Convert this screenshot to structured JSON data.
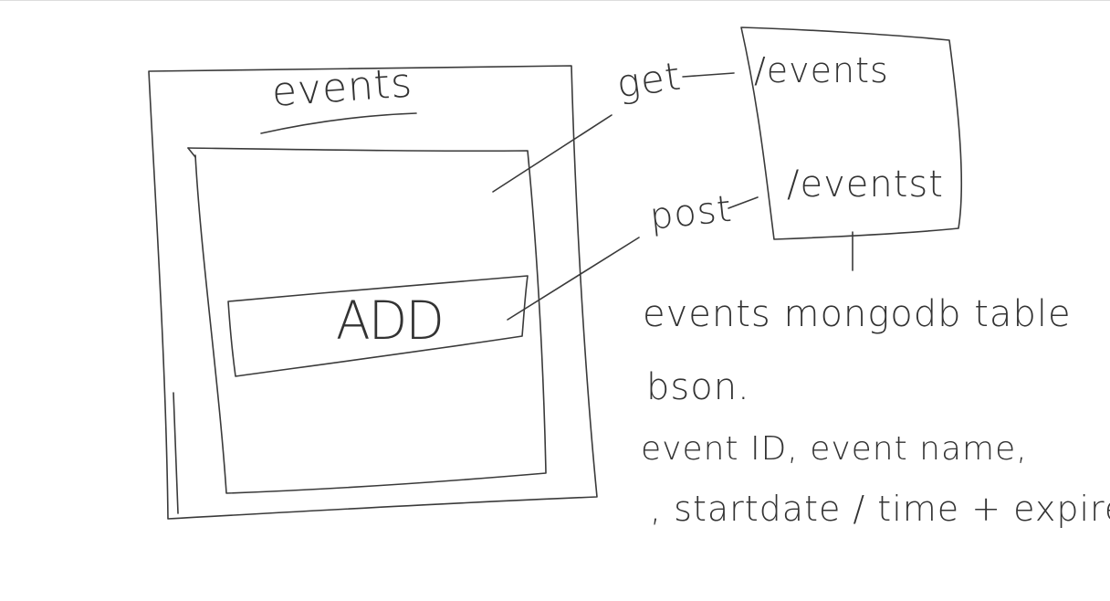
{
  "sketch": {
    "frame_title": "events",
    "add_button_label": "ADD",
    "get_label": "get",
    "post_label": "post",
    "route_get": "/events",
    "route_post": "/eventst",
    "notes": {
      "line1": "events mongodb table",
      "line2": "bson.",
      "line3": "event ID, event name,",
      "line4": ", startdate / time + expire,"
    }
  },
  "colors": {
    "stroke": "#3a3a3a",
    "background": "#ffffff"
  }
}
